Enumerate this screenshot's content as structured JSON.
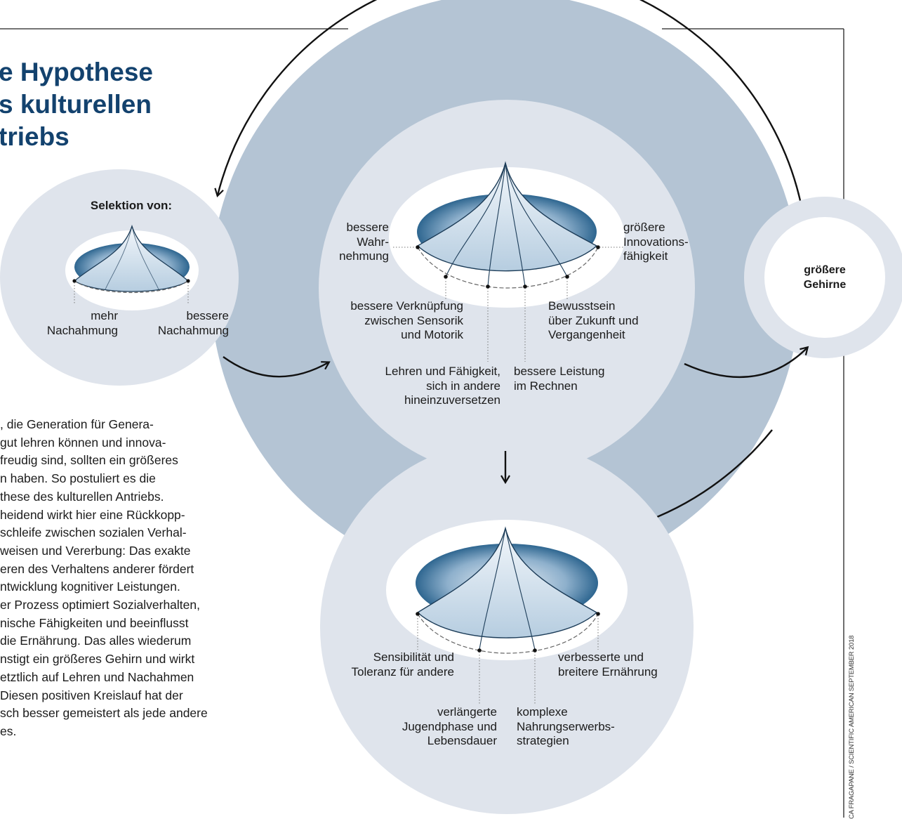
{
  "title": {
    "lines": [
      "e Hypothese",
      "s kulturellen",
      "triebs"
    ]
  },
  "selection_panel": {
    "heading": "Selektion von:",
    "label_left": [
      "mehr",
      "Nachahmung"
    ],
    "label_right": [
      "bessere",
      "Nachahmung"
    ]
  },
  "middle_panel": {
    "wahrnehmung": [
      "bessere",
      "Wahr-",
      "nehmung"
    ],
    "innovation": [
      "größere",
      "Innovations-",
      "fähigkeit"
    ],
    "verknuepfung": [
      "bessere Verknüpfung",
      "zwischen Sensorik",
      "und Motorik"
    ],
    "bewusstsein": [
      "Bewusstsein",
      "über Zukunft und",
      "Vergangenheit"
    ],
    "lehren": [
      "Lehren und Fähigkeit,",
      "sich in andere",
      "hineinzuversetzen"
    ],
    "rechnen": [
      "bessere Leistung",
      "im Rechnen"
    ]
  },
  "result_panel": {
    "label": [
      "größere",
      "Gehirne"
    ]
  },
  "bottom_panel": {
    "sensibilitaet": [
      "Sensibilität und",
      "Toleranz für andere"
    ],
    "ernaehrung": [
      "verbesserte und",
      "breitere Ernährung"
    ],
    "jugend": [
      "verlängerte",
      "Jugendphase und",
      "Lebensdauer"
    ],
    "nahrung": [
      "komplexe",
      "Nahrungserwerbs-",
      "strategien"
    ]
  },
  "body_text": [
    ", die Generation für Genera-",
    "gut lehren können und innova-",
    "freudig sind, sollten ein größeres",
    "n haben. So postuliert es die",
    "these des kulturellen Antriebs.",
    "heidend wirkt hier eine Rückkopp-",
    "schleife zwischen sozialen Verhal-",
    "weisen und Vererbung: Das exakte",
    "eren des Verhaltens anderer fördert",
    "ntwicklung kognitiver Leistungen.",
    "er Prozess optimiert Sozialverhalten,",
    "nische Fähigkeiten und beeinflusst",
    "die Ernährung. Das alles wiederum",
    "nstigt ein größeres Gehirn und wirkt",
    "etztlich auf Lehren und Nachahmen",
    "Diesen positiven Kreislauf hat der",
    "sch besser gemeistert als jede andere",
    "es."
  ],
  "credit": "CA FRAGAPANE / SCIENTIFIC AMERICAN SEPTEMBER 2018",
  "colors": {
    "title": "#13426e",
    "ring": "#b4c4d4",
    "panel": "#dfe4ec",
    "dome_dark": "#2e6690",
    "dome_light": "#c8d8e8"
  }
}
